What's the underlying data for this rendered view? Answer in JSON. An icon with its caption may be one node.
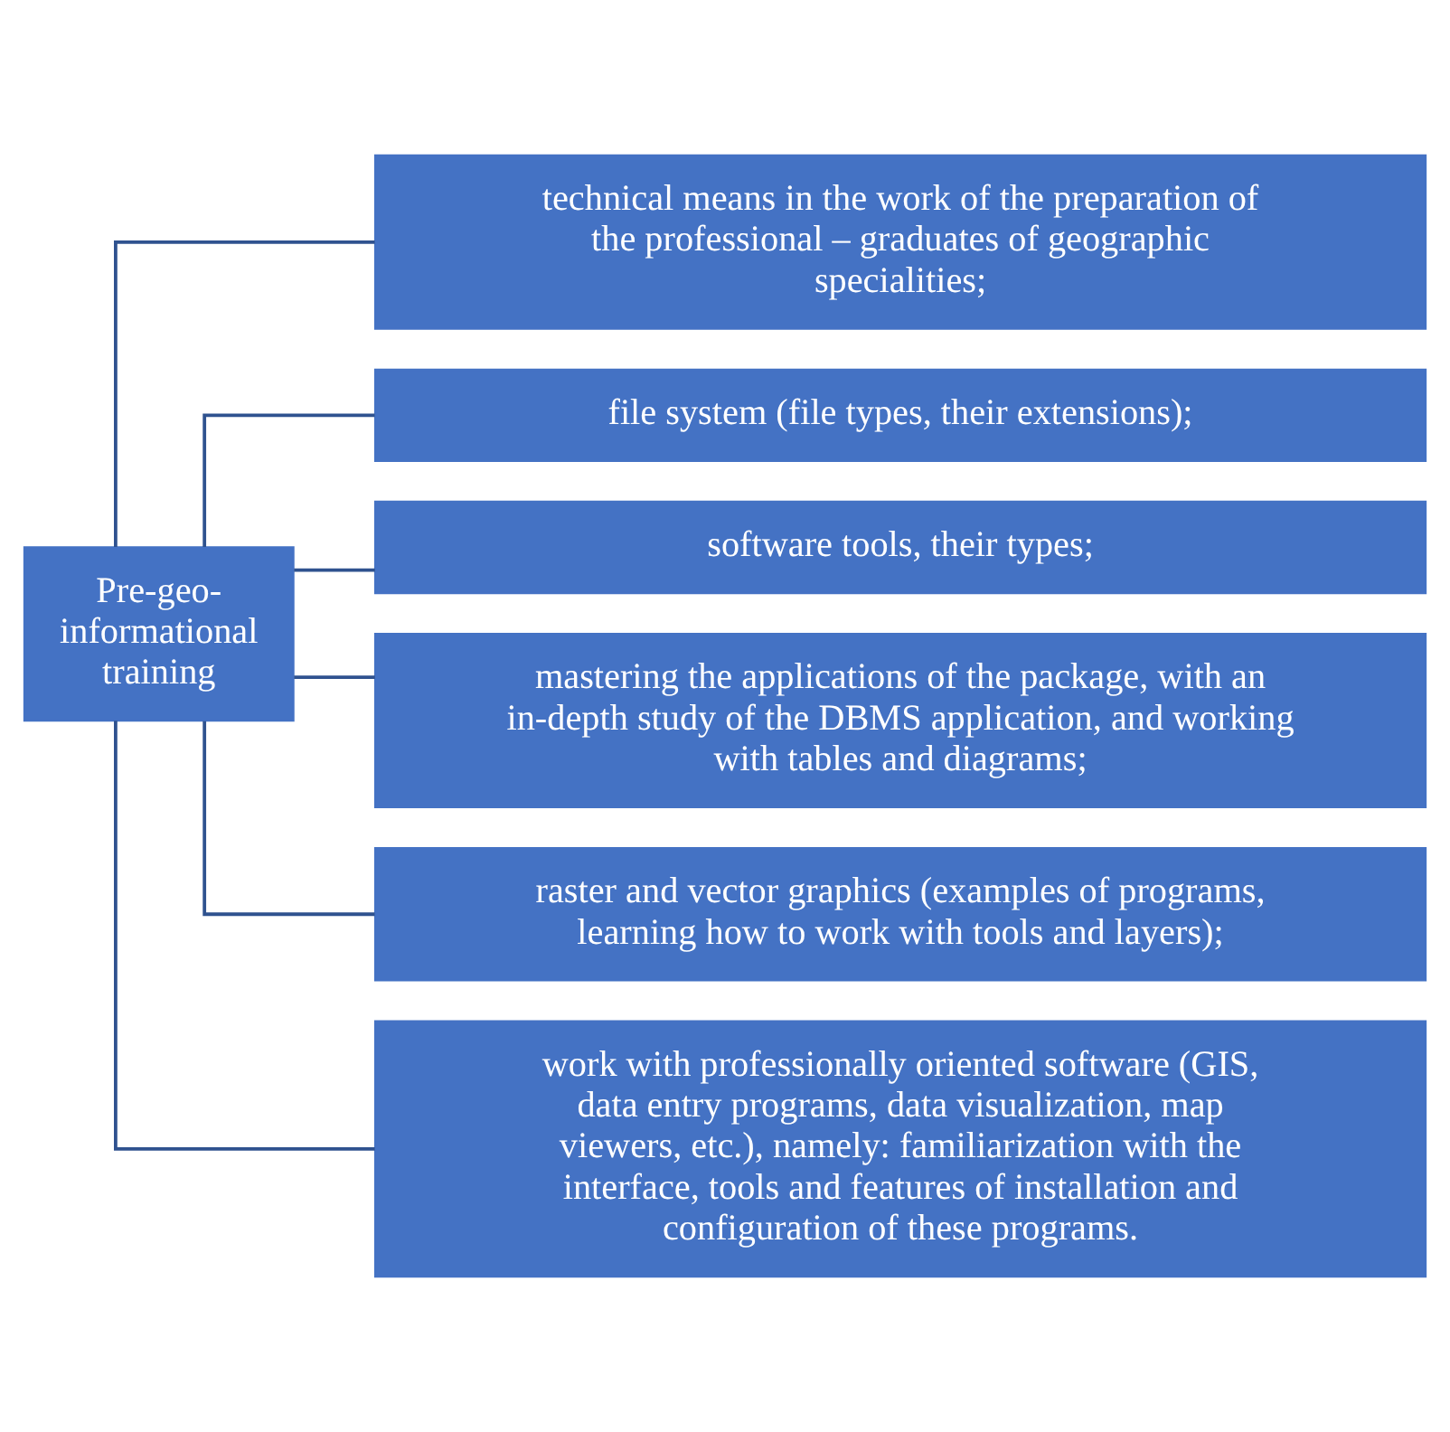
{
  "diagram": {
    "nodes": [
      {
        "text": [
          "Pre-geo-informational training"
        ]
      },
      {
        "text": [
          "technical means in the work of the preparation of the professional – graduates of geographic specialities;"
        ]
      },
      {
        "text": [
          "file system (file types, their extensions);"
        ]
      },
      {
        "text": [
          "software tools, their types;"
        ]
      },
      {
        "text": [
          "mastering the applications of the package, with an in-depth study of the DBMS application, and working with tables and diagrams;"
        ]
      },
      {
        "text": [
          "raster and vector graphics (examples of programs, learning how to work with tools and layers);"
        ]
      },
      {
        "text": [
          "work with professionally oriented software (GIS, data entry programs, data visualization, map viewers, etc.), namely: familiarization with the interface, tools and features of installation and configuration of these programs."
        ]
      }
    ],
    "edges": [
      {
        "from": 0,
        "to": 1,
        "arrow": "none"
      },
      {
        "from": 0,
        "to": 2,
        "arrow": "none"
      },
      {
        "from": 0,
        "to": 3,
        "arrow": "none"
      },
      {
        "from": 0,
        "to": 4,
        "arrow": "none"
      },
      {
        "from": 0,
        "to": 5,
        "arrow": "none"
      },
      {
        "from": 0,
        "to": 6,
        "arrow": "none"
      }
    ]
  }
}
